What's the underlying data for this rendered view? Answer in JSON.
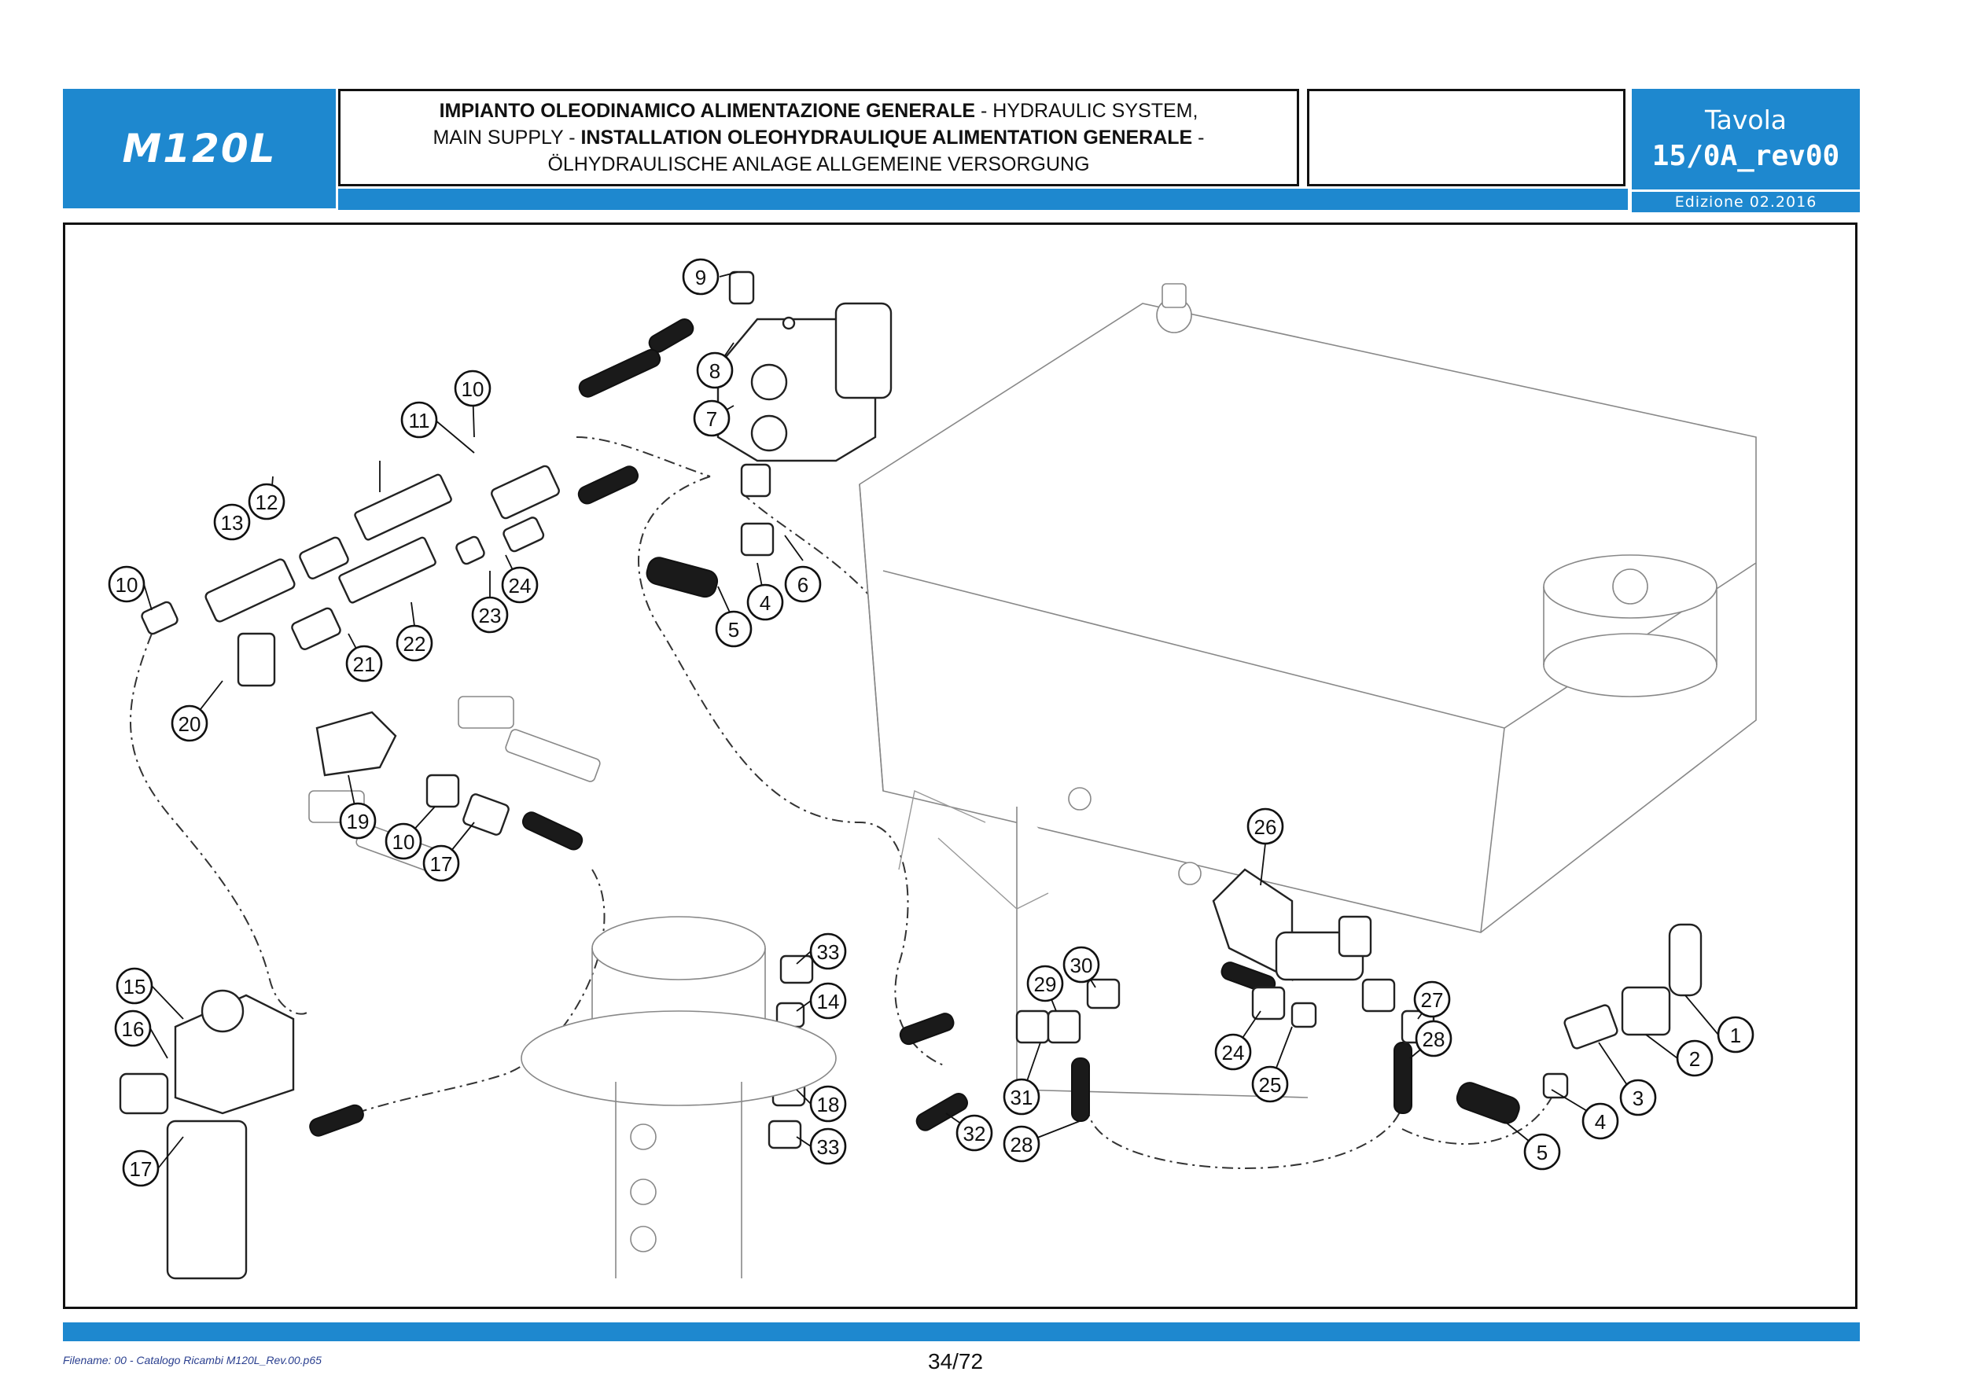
{
  "header": {
    "model": "M120L",
    "title_line1_bold": "IMPIANTO OLEODINAMICO ALIMENTAZIONE GENERALE",
    "title_line1_rest": " - HYDRAULIC SYSTEM,",
    "title_line2_start": "MAIN SUPPLY - ",
    "title_line2_bold": "INSTALLATION OLEOHYDRAULIQUE ALIMENTATION GENERALE",
    "title_line2_end": " -",
    "title_line3": "ÖLHYDRAULISCHE ANLAGE ALLGEMEINE VERSORGUNG",
    "tavola_label": "Tavola",
    "tavola_code": "15/0A_rev00",
    "edition": "Edizione 02.2016"
  },
  "footer": {
    "filename": "Filename: 00 - Catalogo Ricambi M120L_Rev.00.p65",
    "page": "34/72"
  },
  "callouts": [
    "9",
    "8",
    "7",
    "10",
    "11",
    "12",
    "13",
    "10",
    "6",
    "4",
    "5",
    "24",
    "23",
    "22",
    "21",
    "20",
    "19",
    "10",
    "17",
    "26",
    "33",
    "14",
    "18",
    "33",
    "30",
    "29",
    "27",
    "28",
    "24",
    "25",
    "31",
    "32",
    "28",
    "1",
    "2",
    "3",
    "4",
    "5",
    "15",
    "16",
    "17"
  ],
  "colors": {
    "accent_blue": "#1e88cf"
  }
}
